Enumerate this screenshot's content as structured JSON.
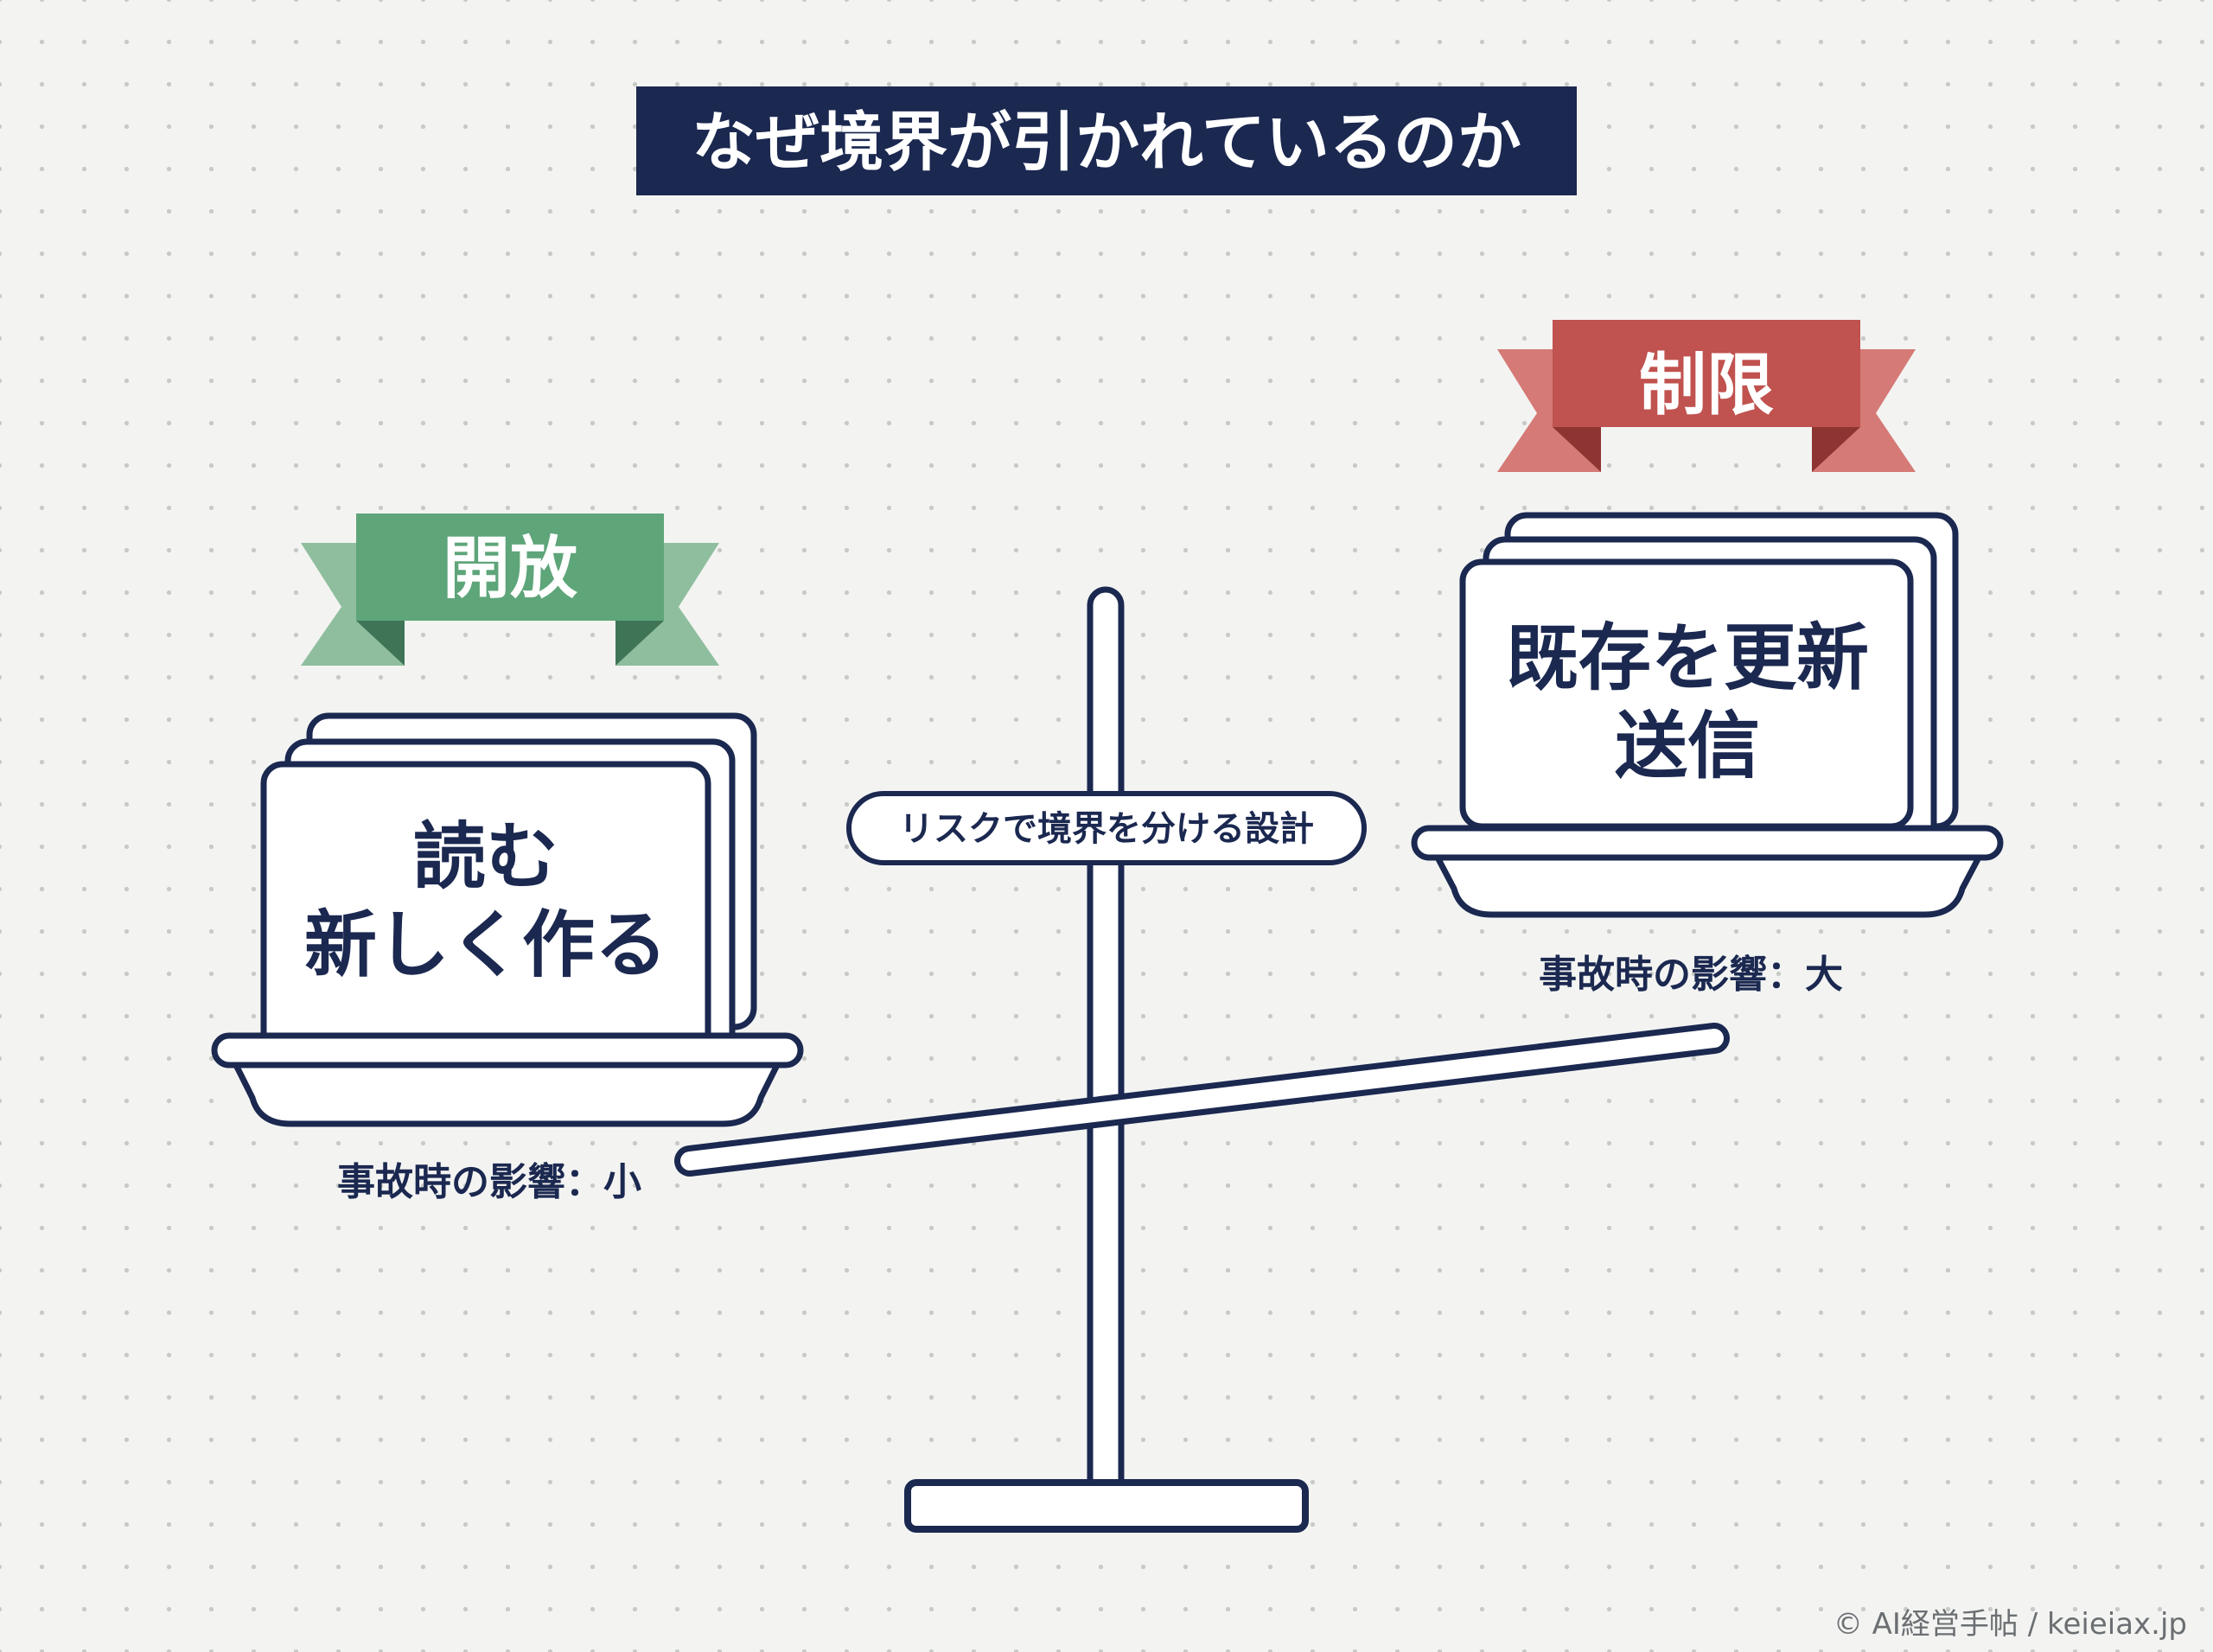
{
  "title": "なぜ境界が引かれているのか",
  "colors": {
    "navy": "#1b2850",
    "green": "#5ea57a",
    "red": "#c0524f",
    "background": "#f3f4f2"
  },
  "left": {
    "ribbon": "開放",
    "card_lines": [
      "読む",
      "新しく作る"
    ],
    "impact": "事故時の影響：小"
  },
  "right": {
    "ribbon": "制限",
    "card_lines": [
      "既存を更新",
      "送信"
    ],
    "impact": "事故時の影響：大"
  },
  "pivot_label": "リスクで境界を分ける設計",
  "credit": "© AI経営手帖 / keieiax.jp"
}
